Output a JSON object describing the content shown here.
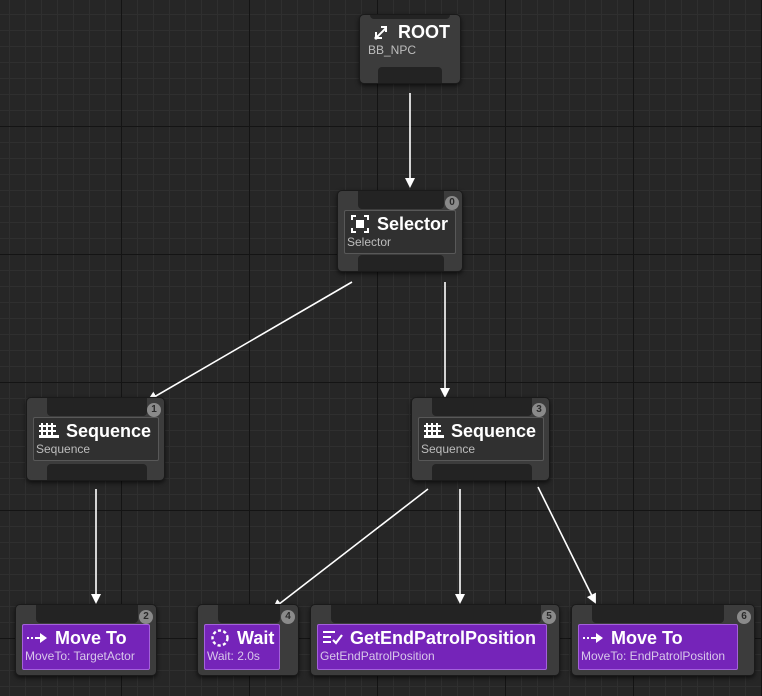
{
  "nodes": {
    "root": {
      "title": "ROOT",
      "subtitle": "BB_NPC",
      "icon": "root-branch-icon"
    },
    "selector": {
      "title": "Selector",
      "subtitle": "Selector",
      "index": "0",
      "icon": "selector-icon"
    },
    "sequence_left": {
      "title": "Sequence",
      "subtitle": "Sequence",
      "index": "1",
      "icon": "sequence-icon"
    },
    "sequence_right": {
      "title": "Sequence",
      "subtitle": "Sequence",
      "index": "3",
      "icon": "sequence-icon"
    },
    "move_to_target": {
      "title": "Move To",
      "subtitle": "MoveTo: TargetActor",
      "index": "2",
      "icon": "move-to-icon"
    },
    "wait": {
      "title": "Wait",
      "subtitle": "Wait: 2.0s",
      "index": "4",
      "icon": "wait-icon"
    },
    "get_end_patrol": {
      "title": "GetEndPatrolPosition",
      "subtitle": "GetEndPatrolPosition",
      "index": "5",
      "icon": "task-list-icon"
    },
    "move_to_end": {
      "title": "Move To",
      "subtitle": "MoveTo: EndPatrolPosition",
      "index": "6",
      "icon": "move-to-icon"
    }
  },
  "colors": {
    "graph_background": "#262626",
    "composite_node": "#3c3c3c",
    "task_node": "#7524b9",
    "link": "#ffffff"
  }
}
